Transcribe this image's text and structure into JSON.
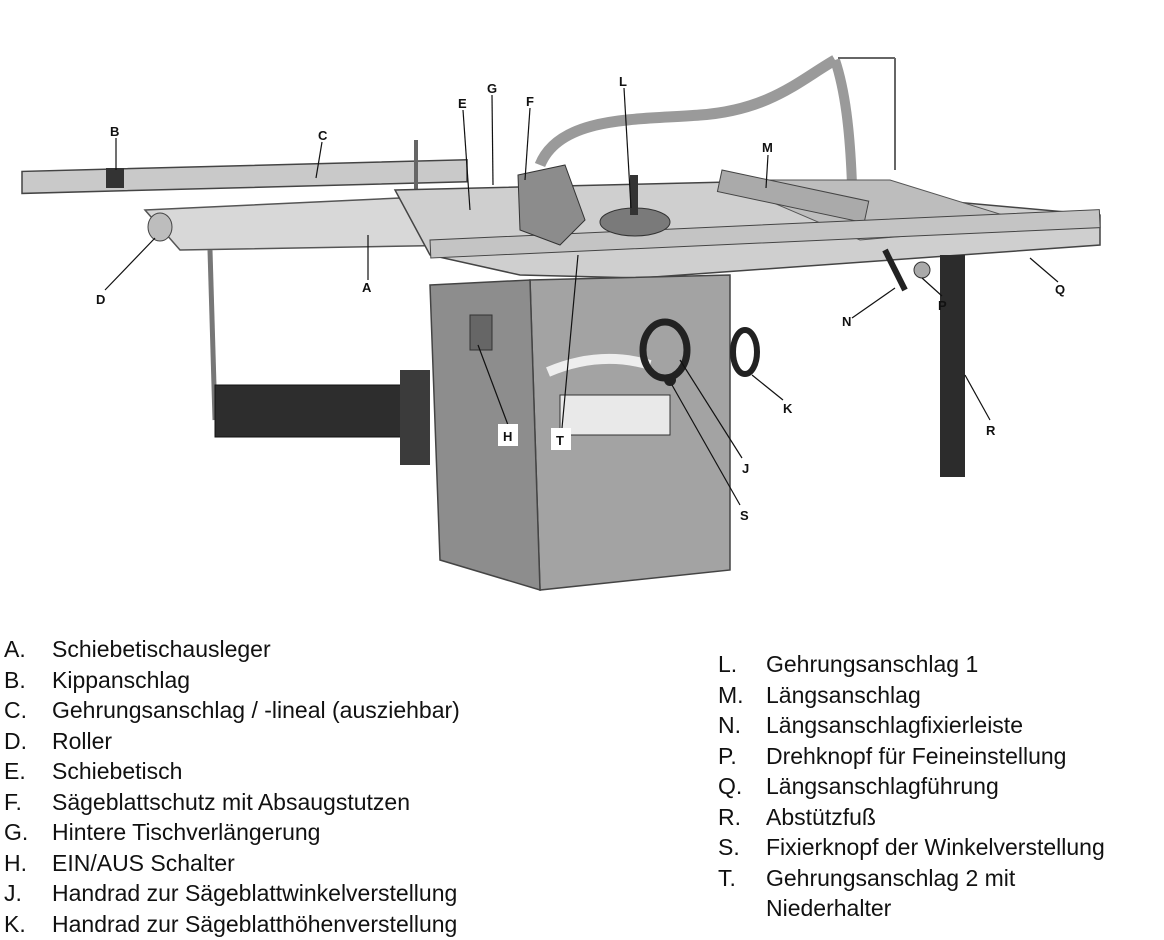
{
  "callouts": [
    "A",
    "B",
    "C",
    "D",
    "E",
    "F",
    "G",
    "H",
    "J",
    "K",
    "L",
    "M",
    "N",
    "P",
    "Q",
    "R",
    "S",
    "T"
  ],
  "legend_left": [
    {
      "key": "A.",
      "text": "Schiebetischausleger"
    },
    {
      "key": "B.",
      "text": "Kippanschlag"
    },
    {
      "key": "C.",
      "text": "Gehrungsanschlag / -lineal (ausziehbar)"
    },
    {
      "key": "D.",
      "text": "Roller"
    },
    {
      "key": "E.",
      "text": "Schiebetisch"
    },
    {
      "key": "F.",
      "text": "Sägeblattschutz mit Absaugstutzen"
    },
    {
      "key": "G.",
      "text": "Hintere Tischverlängerung"
    },
    {
      "key": "H.",
      "text": "EIN/AUS Schalter"
    },
    {
      "key": "J.",
      "text": "Handrad zur Sägeblattwinkelverstellung"
    },
    {
      "key": "K.",
      "text": "Handrad zur Sägeblatthöhenverstellung"
    }
  ],
  "legend_right": [
    {
      "key": "L.",
      "text": "Gehrungsanschlag 1"
    },
    {
      "key": "M.",
      "text": "Längsanschlag"
    },
    {
      "key": "N.",
      "text": "Längsanschlagfixierleiste"
    },
    {
      "key": "P.",
      "text": "Drehknopf für Feineinstellung"
    },
    {
      "key": "Q.",
      "text": "Längsanschlagführung"
    },
    {
      "key": "R.",
      "text": "Abstützfuß"
    },
    {
      "key": "S.",
      "text": "Fixierknopf der Winkelverstellung"
    },
    {
      "key": "T.",
      "text": "Gehrungsanschlag 2 mit\nNiederhalter"
    }
  ]
}
